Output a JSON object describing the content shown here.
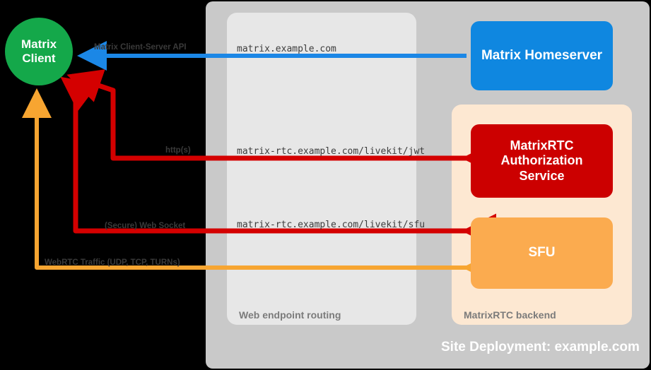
{
  "diagram": {
    "title": "Site Deployment: example.com",
    "colors": {
      "background": "#000000",
      "site_panel": "#c9c9c9",
      "web_routing_panel": "#e7e7e7",
      "matrixrtc_panel": "#fde8d2",
      "client": "#14a84a",
      "homeserver": "#0f87e0",
      "auth_service": "#cc0000",
      "sfu": "#fbab4f",
      "flow_blue": "#1b87e6",
      "flow_red": "#d40000",
      "flow_orange": "#f7a531"
    }
  },
  "client": {
    "line1": "Matrix",
    "line2": "Client"
  },
  "panels": {
    "site_deployment": {
      "caption": "Site Deployment: example.com"
    },
    "web_routing": {
      "caption": "Web endpoint routing"
    },
    "matrixrtc_backend": {
      "caption": "MatrixRTC backend"
    }
  },
  "nodes": {
    "homeserver": {
      "label": "Matrix Homeserver"
    },
    "auth_service": {
      "line1": "MatrixRTC",
      "line2": "Authorization",
      "line3": "Service"
    },
    "sfu": {
      "label": "SFU"
    }
  },
  "flows": [
    {
      "id": "client-server-api",
      "protocol_label": "Matrix Client-Server API",
      "endpoint_label": "matrix.example.com",
      "color": "#1b87e6",
      "direction": "bidirectional",
      "from": "Matrix Homeserver",
      "to": "Matrix Client"
    },
    {
      "id": "jwt-service",
      "protocol_label": "http(s)",
      "endpoint_label": "matrix-rtc.example.com/livekit/jwt",
      "color": "#d40000",
      "direction": "bidirectional",
      "from": "Matrix Client",
      "to": "MatrixRTC Authorization Service"
    },
    {
      "id": "sfu-websocket",
      "protocol_label": "(Secure) Web Socket",
      "endpoint_label": "matrix-rtc.example.com/livekit/sfu",
      "color": "#d40000",
      "direction": "bidirectional",
      "from": "Matrix Client",
      "to": "SFU"
    },
    {
      "id": "webrtc-media",
      "protocol_label": "WebRTC Traffic (UDP, TCP, TURNs)",
      "endpoint_label": "",
      "color": "#f7a531",
      "direction": "bidirectional",
      "from": "Matrix Client",
      "to": "SFU"
    }
  ]
}
